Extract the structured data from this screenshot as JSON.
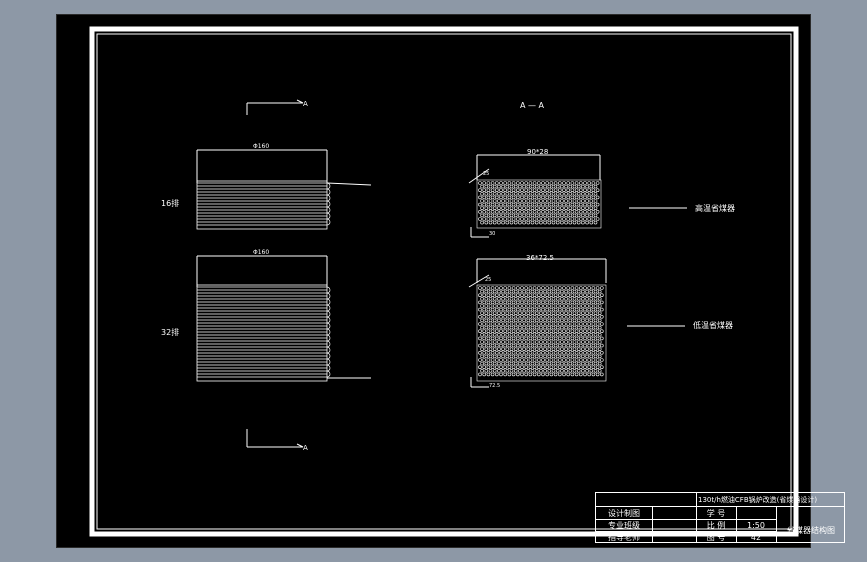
{
  "colors": {
    "background": "#8d98a6",
    "sheet": "#000000",
    "frame": "#ffffff",
    "lines": "#ffffff"
  },
  "section_marks": {
    "top_marker": "A",
    "bottom_marker": "A",
    "section_title": "A — A"
  },
  "left_view": {
    "top_block": {
      "width_dim": "Φ160",
      "label": "16排"
    },
    "bottom_block": {
      "width_dim": "Φ160",
      "label": "32排"
    }
  },
  "right_view": {
    "top_block": {
      "width_dim": "90*28",
      "angle_dim": "25",
      "pitch_dim": "30",
      "label": "高温省煤器"
    },
    "bottom_block": {
      "width_dim": "36*72.5",
      "angle_dim": "25",
      "pitch_dim": "72.5",
      "label": "低温省煤器"
    }
  },
  "title_block": {
    "title": "130t/h燃油CFB锅炉改造(省煤器设计)",
    "rows": [
      {
        "role": "设计制图",
        "field": "学 号",
        "value": ""
      },
      {
        "role": "专业班级",
        "field": "比 例",
        "value": "1:50"
      },
      {
        "role": "指导老师",
        "field": "图 号",
        "value": "42"
      }
    ],
    "drawing_name": "省煤器结构图"
  }
}
